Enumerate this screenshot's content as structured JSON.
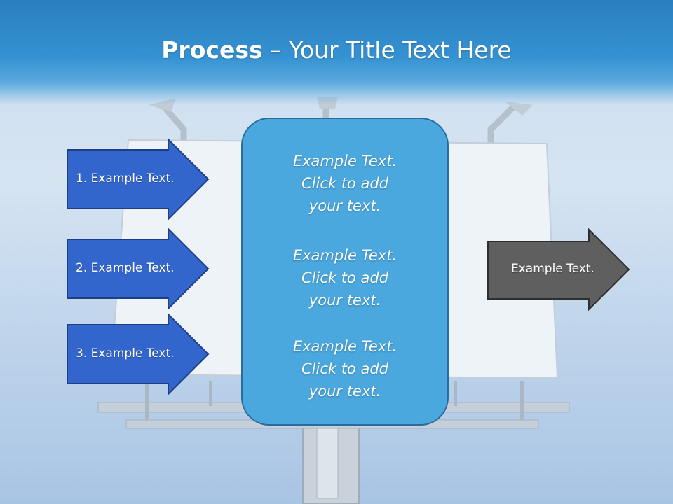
{
  "slide": {
    "title_bold": "Process",
    "title_rest": " – Your Title Text Here"
  },
  "inputs": [
    {
      "label": "1. Example Text."
    },
    {
      "label": "2. Example Text."
    },
    {
      "label": "3. Example Text."
    }
  ],
  "center": {
    "blocks": [
      {
        "lines": [
          "Example Text.",
          "Click  to add",
          "your text."
        ]
      },
      {
        "lines": [
          "Example Text.",
          "Click  to add",
          "your text."
        ]
      },
      {
        "lines": [
          "Example Text.",
          "Click  to add",
          "your text."
        ]
      }
    ]
  },
  "output": {
    "label": "Example Text."
  },
  "colors": {
    "header_blue": "#2a7fc0",
    "input_arrow_fill": "#3366cc",
    "center_box_fill": "#4aa8df",
    "output_arrow_fill": "#5f5f5f"
  }
}
